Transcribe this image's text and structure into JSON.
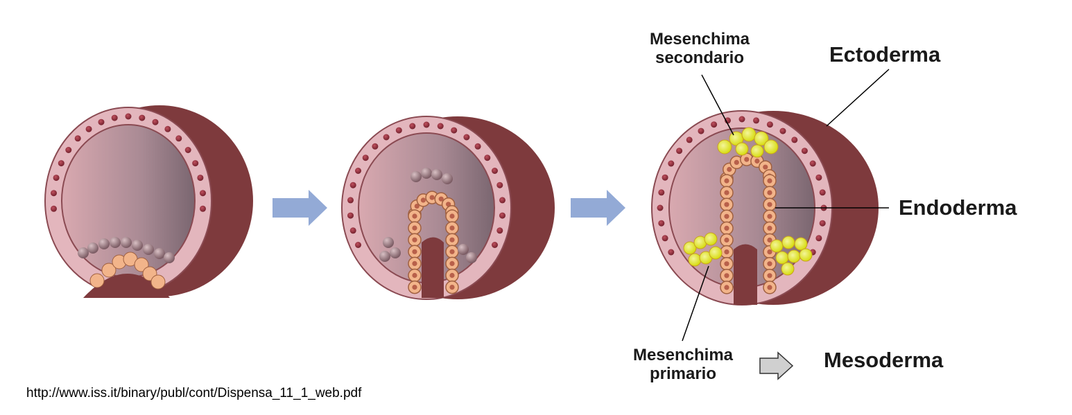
{
  "labels": {
    "mesenchima_secondario": [
      "Mesenchima",
      "secondario"
    ],
    "ectoderma": "Ectoderma",
    "endoderma": "Endoderma",
    "mesenchima_primario": [
      "Mesenchima",
      "primario"
    ],
    "mesoderma": "Mesoderma"
  },
  "source_url": "http://www.iss.it/binary/publ/cont/Dispensa_11_1_web.pdf",
  "colors": {
    "outer_wall": "#7e3a3d",
    "ectoderm_layer": "#e3b6bd",
    "cell_nucleus": "#8c2e3a",
    "endoderm_cell": "#f2b48a",
    "mesenchyme_cell": "#e6ea2b",
    "flow_arrow": "#93aad6",
    "gray_arrow": "#d0d0d0"
  },
  "icons": [
    "right-arrow-icon",
    "right-arrow-icon",
    "gray-outline-arrow-icon"
  ]
}
